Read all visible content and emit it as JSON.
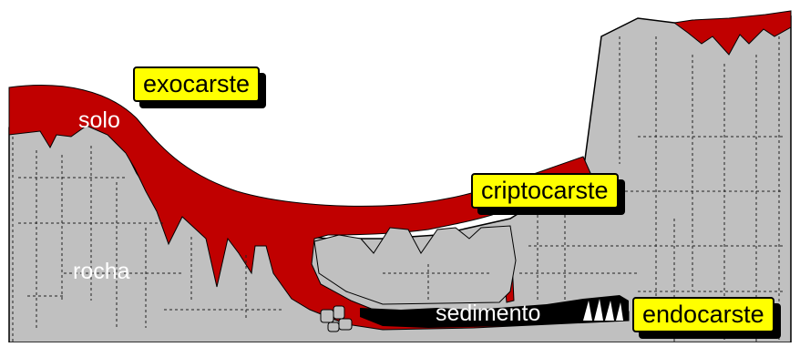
{
  "labels": {
    "exocarste": "exocarste",
    "criptocarste": "criptocarste",
    "endocarste": "endocarste",
    "solo": "solo",
    "rocha": "rocha",
    "sedimento": "sedimento"
  },
  "colors": {
    "soil": "#c00000",
    "rock": "#c0c0c0",
    "sediment": "#000000",
    "tag_fill": "#ffff00",
    "crack": "#222222",
    "background": "#ffffff"
  }
}
